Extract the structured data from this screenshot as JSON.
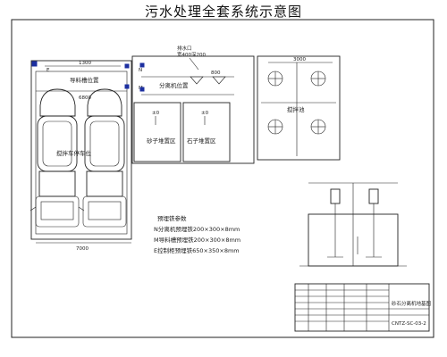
{
  "title": "污水处理全套系统示意图",
  "labels": {
    "dim_1300": "1300",
    "guide_pos": "导料槽位置",
    "sep_pos": "分离机位置",
    "outlet_line1": "排水口",
    "outlet_line2": "宽400深200",
    "dim_800": "800",
    "dim_3000": "3000",
    "stir_pool": "搅拌池",
    "sand_area": "砂子堆置区",
    "stone_area": "石子堆置区",
    "mixer_truck_area": "搅拌车停车位",
    "dim_6800": "6800",
    "dim_7000": "7000",
    "letter_e": "E",
    "letter_n": "N",
    "letter_m": "M",
    "pos_a": "±0",
    "pos_b": "±0",
    "embed_title": "预埋铁参数",
    "embed_n": "N分离机预埋铁200×300×8mm",
    "embed_m": "M导料槽预埋铁200×300×8mm",
    "embed_e": "E控制柜预埋铁650×350×8mm",
    "titleblock_name": "砂石分离机地基图",
    "titleblock_code": "CNTZ-SC-03-2"
  },
  "colors": {
    "line": "#222222",
    "embed_mark": "#1c2fa0",
    "background": "#ffffff"
  }
}
